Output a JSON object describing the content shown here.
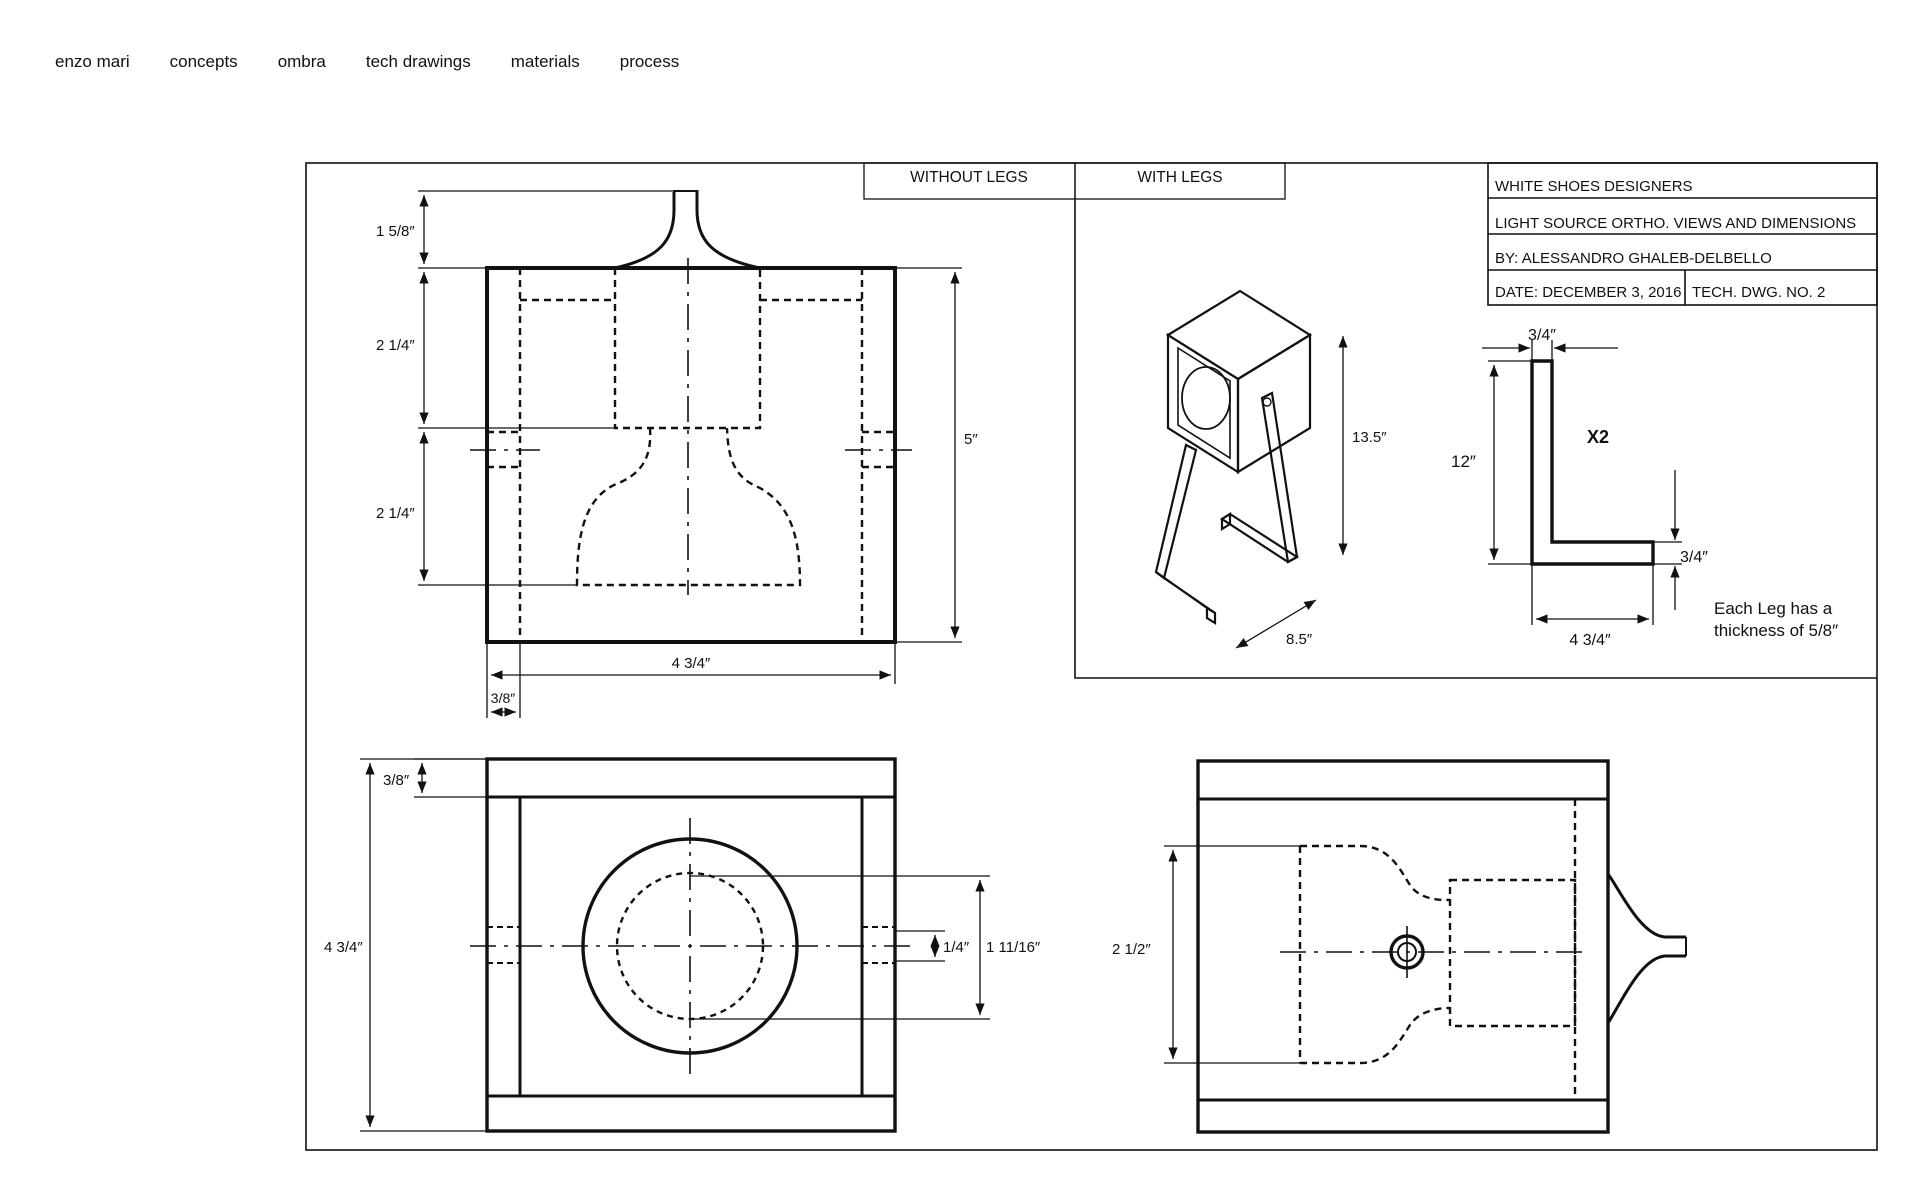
{
  "nav": {
    "items": [
      "enzo mari",
      "concepts",
      "ombra",
      "tech drawings",
      "materials",
      "process"
    ]
  },
  "title_block": {
    "company": "WHITE SHOES DESIGNERS",
    "title": "LIGHT SOURCE ORTHO. VIEWS AND DIMENSIONS",
    "author": "BY: ALESSANDRO GHALEB-DELBELLO",
    "date": "DATE: DECEMBER 3, 2016",
    "dwg_no": "TECH. DWG. NO. 2"
  },
  "tabs": {
    "without_legs": "WITHOUT LEGS",
    "with_legs": "WITH LEGS"
  },
  "front_view": {
    "dim_top": "1 5/8″",
    "dim_upper": "2 1/4″",
    "dim_lower": "2 1/4″",
    "dim_height": "5″",
    "dim_width": "4 3/4″",
    "dim_wall": "3/8″"
  },
  "iso_view": {
    "dim_height": "13.5″",
    "dim_depth": "8.5″"
  },
  "leg_view": {
    "dim_thickness_top": "3/4″",
    "dim_height": "12″",
    "quantity": "X2",
    "dim_thickness_foot": "3/4″",
    "dim_foot_length": "4 3/4″",
    "note_line1": "Each Leg has a",
    "note_line2": "thickness of 5/8″"
  },
  "top_view": {
    "dim_wall": "3/8″",
    "dim_depth": "4 3/4″",
    "dim_hole": "1/4″",
    "dim_diameter": "1 11/16″"
  },
  "side_view": {
    "dim_height": "2 1/2″"
  }
}
